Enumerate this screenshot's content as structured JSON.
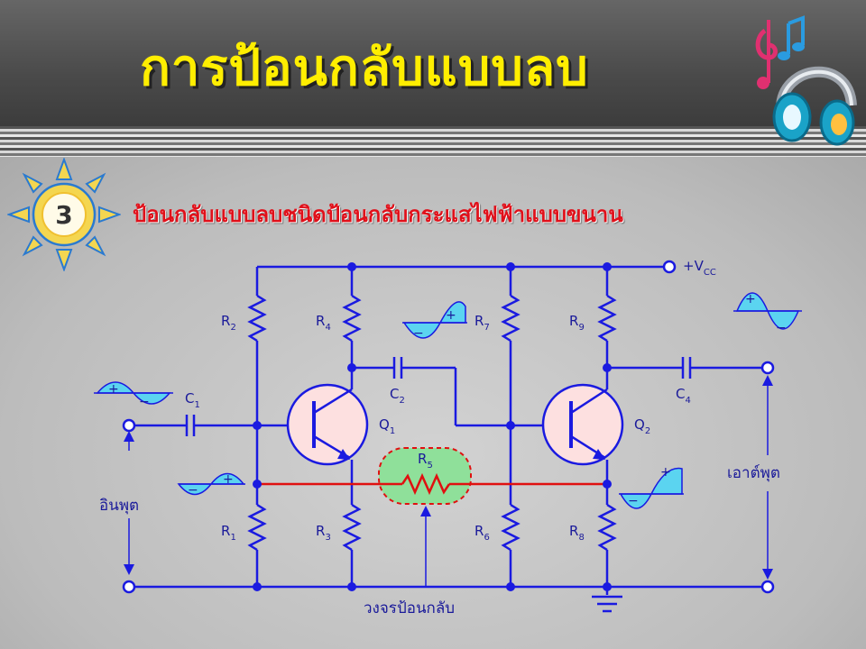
{
  "slide": {
    "title": "การป้อนกลับแบบลบ",
    "step_number": "3",
    "subtitle": "ป้อนกลับแบบลบชนิดป้อนกลับกระแสไฟฟ้าแบบขนาน"
  },
  "circuit": {
    "supply": "+V",
    "supply_sub": "CC",
    "components": [
      {
        "id": "R1",
        "base": "R",
        "sub": "1"
      },
      {
        "id": "R2",
        "base": "R",
        "sub": "2"
      },
      {
        "id": "R3",
        "base": "R",
        "sub": "3"
      },
      {
        "id": "R4",
        "base": "R",
        "sub": "4"
      },
      {
        "id": "R5",
        "base": "R",
        "sub": "5"
      },
      {
        "id": "R6",
        "base": "R",
        "sub": "6"
      },
      {
        "id": "R7",
        "base": "R",
        "sub": "7"
      },
      {
        "id": "R8",
        "base": "R",
        "sub": "8"
      },
      {
        "id": "R9",
        "base": "R",
        "sub": "9"
      },
      {
        "id": "C1",
        "base": "C",
        "sub": "1"
      },
      {
        "id": "C2",
        "base": "C",
        "sub": "2"
      },
      {
        "id": "C4",
        "base": "C",
        "sub": "4"
      },
      {
        "id": "Q1",
        "base": "Q",
        "sub": "1"
      },
      {
        "id": "Q2",
        "base": "Q",
        "sub": "2"
      }
    ],
    "input_label": "อินพุต",
    "output_label": "เอาต์พุต",
    "feedback_label": "วงจรป้อนกลับ",
    "plus": "+",
    "minus": "−"
  },
  "colors": {
    "wire": "#1a1ae0",
    "feedback_wire": "#e01010",
    "label": "#1a1a9a",
    "title": "#ffee00",
    "subtitle": "#e0101a",
    "wave_fill": "#5bd4f0",
    "highlight_fill": "#8fe09a"
  },
  "icons": [
    "sun-badge-icon",
    "music-notes-headphones-icon",
    "ground-icon"
  ]
}
